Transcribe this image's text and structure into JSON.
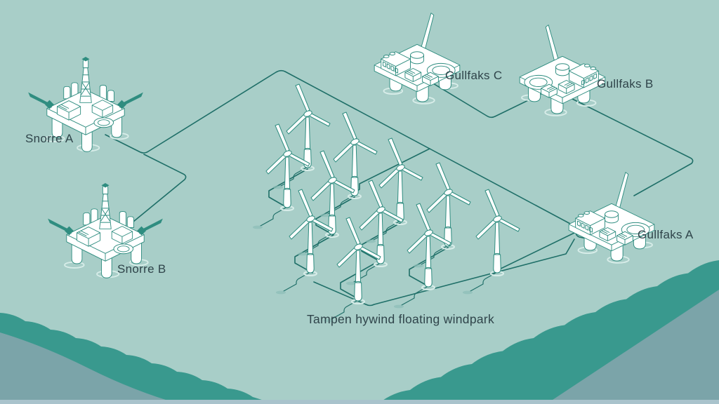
{
  "title": "Tampen hywind floating windpark",
  "labels": {
    "snorre_a": "Snorre A",
    "snorre_b": "Snorre B",
    "gullfaks_c": "Gullfaks C",
    "gullfaks_b": "Gullfaks B",
    "gullfaks_a": "Gullfaks A"
  },
  "windfarm": {
    "name": "Tampen hywind floating windpark",
    "turbine_count": 11
  },
  "platforms": [
    {
      "name": "Snorre A",
      "type": "semi-submersible oil platform"
    },
    {
      "name": "Snorre B",
      "type": "semi-submersible oil platform"
    },
    {
      "name": "Gullfaks C",
      "type": "gravity-base oil platform"
    },
    {
      "name": "Gullfaks B",
      "type": "gravity-base oil platform"
    },
    {
      "name": "Gullfaks A",
      "type": "gravity-base oil platform"
    }
  ],
  "colors": {
    "background": "#a8cec8",
    "cable": "#1f6f68",
    "illustration_outline": "#2f8d80",
    "structure_fill": "#ffffff",
    "label_text": "#2f444a",
    "wave_band_teal": "#39998e",
    "wave_band_gray": "#7ba4a9",
    "bottom_strip": "#a9c3cc",
    "shadow_ellipse": "#8cbeb6"
  }
}
